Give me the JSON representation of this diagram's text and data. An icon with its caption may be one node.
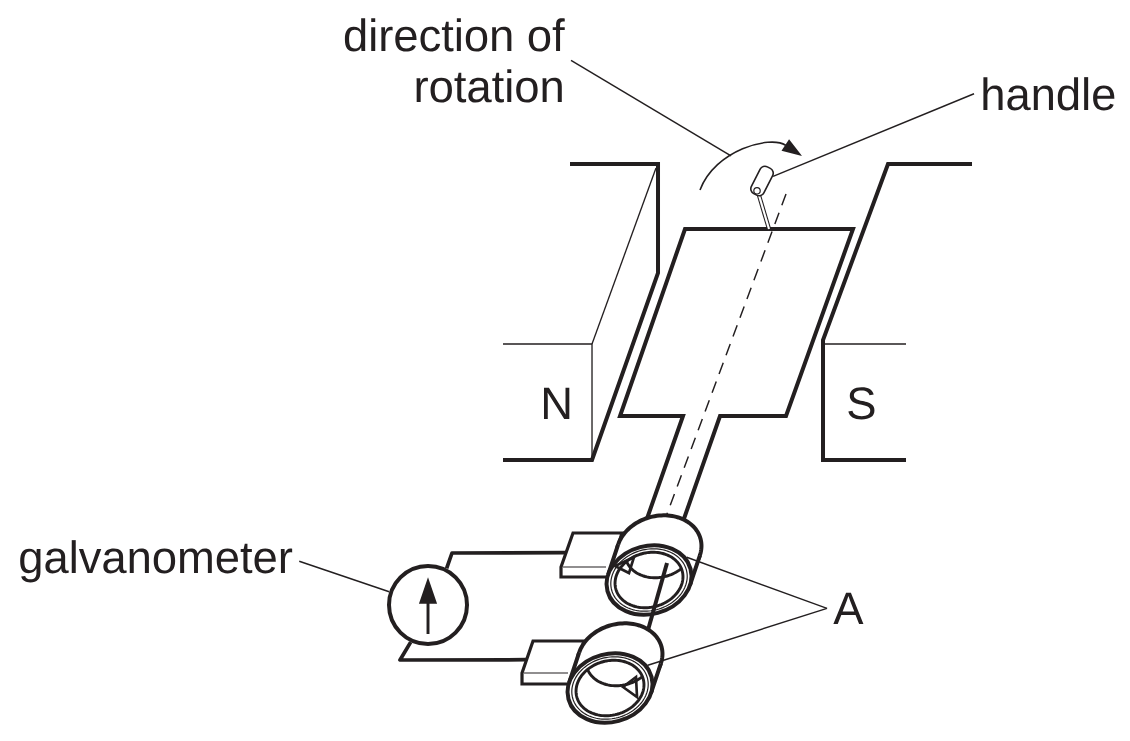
{
  "diagram": {
    "nodes": [
      {
        "text": [
          "direction of rotation"
        ]
      },
      {
        "text": [
          "handle"
        ]
      },
      {
        "text": [],
        "shape": "cylinder"
      },
      {
        "text": [
          "galvanometer"
        ]
      },
      {
        "text": [],
        "shape": "circle"
      },
      {
        "text": [],
        "shape": "box"
      },
      {
        "text": [],
        "shape": "box"
      },
      {
        "text": [
          "A"
        ]
      },
      {
        "text": [],
        "shape": "ring"
      },
      {
        "text": [],
        "shape": "ring"
      }
    ],
    "edges": [
      {
        "from": 0,
        "to": null,
        "arrow": "none"
      },
      {
        "from": 1,
        "to": 2,
        "arrow": "none"
      },
      {
        "from": 3,
        "to": 4,
        "arrow": "none"
      },
      {
        "from": 4,
        "to": 5,
        "arrow": "none",
        "style": "thick"
      },
      {
        "from": 4,
        "to": 6,
        "arrow": "none",
        "style": "thick"
      },
      {
        "from": 7,
        "to": 8,
        "arrow": "none"
      },
      {
        "from": 7,
        "to": 9,
        "arrow": "none"
      }
    ],
    "labels": [
      "N",
      "S"
    ]
  }
}
